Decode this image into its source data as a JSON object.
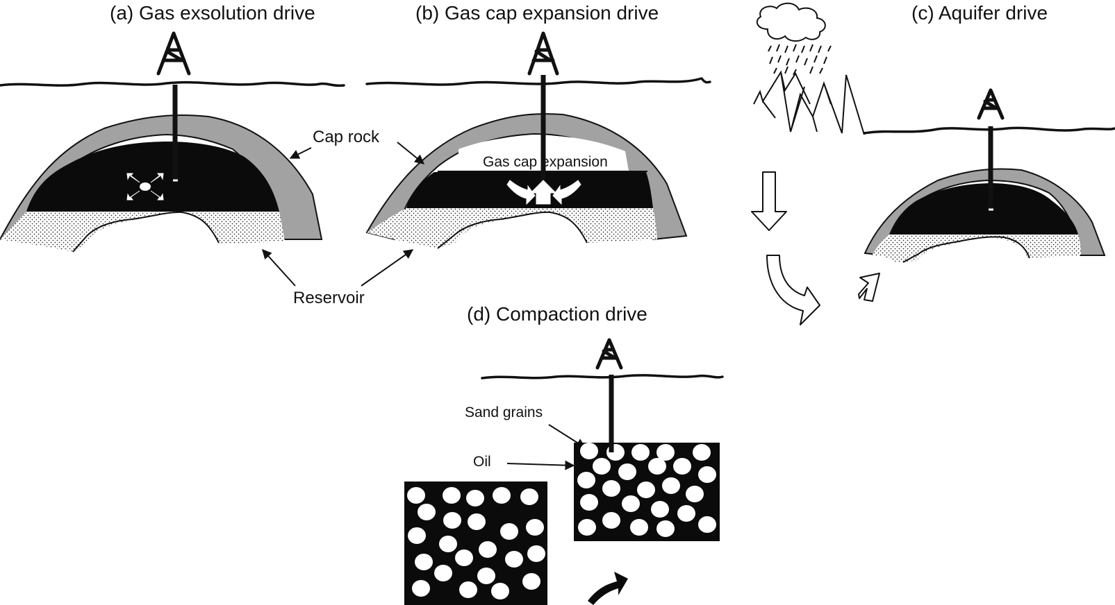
{
  "panels": {
    "a": {
      "title": "(a) Gas exsolution drive"
    },
    "b": {
      "title": "(b) Gas cap expansion drive",
      "gas_cap_label": "Gas cap expansion"
    },
    "c": {
      "title": "(c) Aquifer drive"
    },
    "d": {
      "title": "(d) Compaction drive",
      "sand_label": "Sand grains",
      "oil_label": "Oil"
    }
  },
  "labels": {
    "cap_rock": "Cap rock",
    "reservoir": "Reservoir"
  },
  "colors": {
    "oil": "#0b0b0b",
    "cap_rock": "#a2a2a2",
    "background": "#ffffff"
  },
  "icons": [
    "derrick-icon",
    "rain-cloud-icon",
    "mountain-icon",
    "hollow-arrow-icon",
    "curved-arrow-icon"
  ]
}
